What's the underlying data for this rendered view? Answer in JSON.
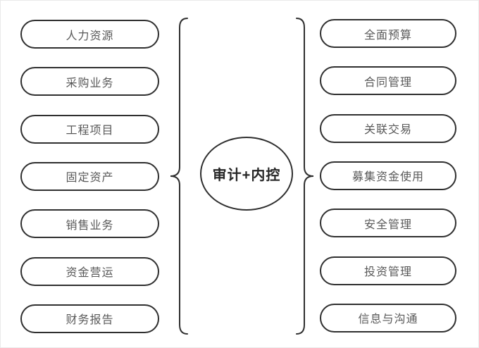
{
  "center": {
    "label": "审计+内控"
  },
  "left_column": {
    "items": [
      "人力资源",
      "采购业务",
      "工程项目",
      "固定资产",
      "销售业务",
      "资金营运",
      "财务报告"
    ]
  },
  "right_column": {
    "items": [
      "全面预算",
      "合同管理",
      "关联交易",
      "募集资金使用",
      "安全管理",
      "投资管理",
      "信息与沟通"
    ]
  },
  "colors": {
    "node_border": "#2f2f2f",
    "node_text": "#595959",
    "center_text": "#262626",
    "brace_stroke": "#2f2f2f",
    "background": "#ffffff"
  }
}
